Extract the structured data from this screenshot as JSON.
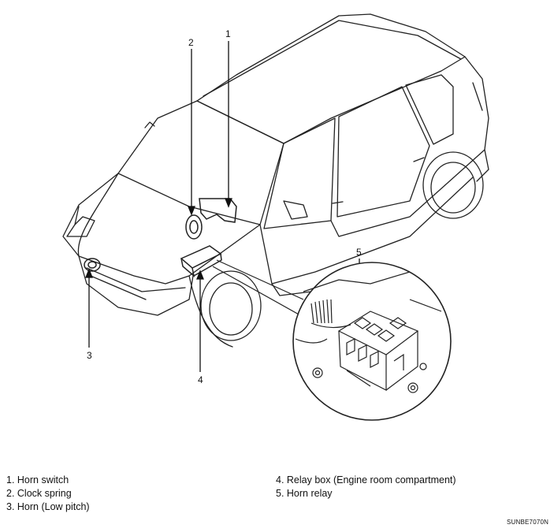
{
  "callouts": {
    "c1": "1",
    "c2": "2",
    "c3": "3",
    "c4": "4",
    "c5": "5"
  },
  "legend": {
    "left": [
      "1. Horn switch",
      "2. Clock spring",
      "3. Horn (Low pitch)"
    ],
    "right": [
      "4. Relay box (Engine room compartment)",
      "5. Horn relay"
    ]
  },
  "figure_code": "SUNBE7070N",
  "icons": {
    "vehicle": "minivan-line-drawing-icon",
    "horn_switch": "horn-switch-icon",
    "clock_spring": "clock-spring-icon",
    "horn": "horn-icon",
    "relay_box": "relay-box-icon",
    "detail": "relay-detail-magnifier-icon"
  }
}
